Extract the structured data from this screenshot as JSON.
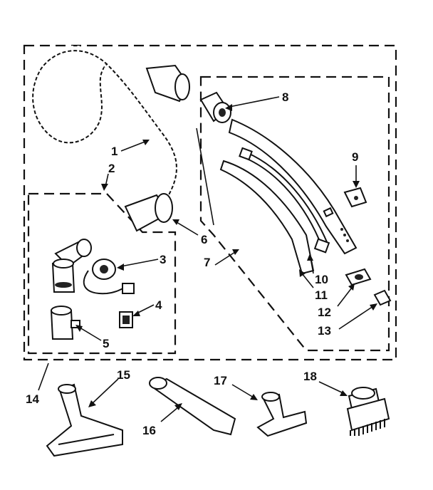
{
  "callouts": {
    "n1": "1",
    "n2": "2",
    "n3": "3",
    "n4": "4",
    "n5": "5",
    "n6": "6",
    "n7": "7",
    "n8": "8",
    "n9": "9",
    "n10": "10",
    "n11": "11",
    "n12": "12",
    "n13": "13",
    "n14": "14",
    "n15": "15",
    "n16": "16",
    "n17": "17",
    "n18": "18"
  }
}
